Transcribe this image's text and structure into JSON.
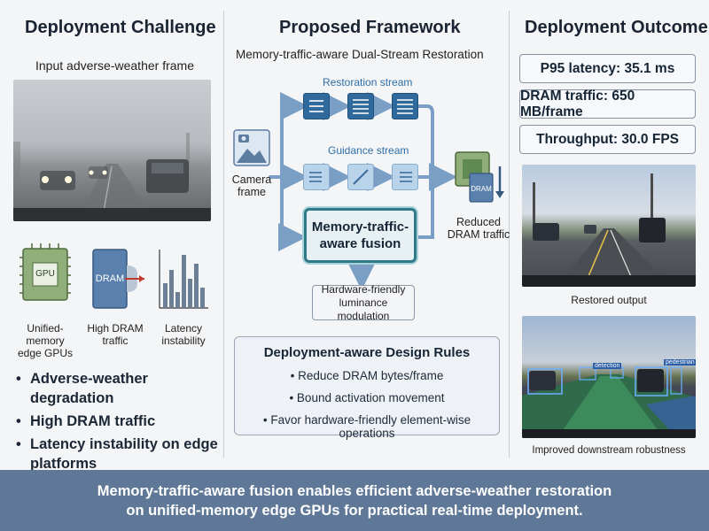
{
  "columns": {
    "left_title": "Deployment Challenge",
    "middle_title": "Proposed Framework",
    "right_title": "Deployment Outcome"
  },
  "left": {
    "input_caption": "Input adverse-weather frame",
    "icons": [
      {
        "chip_text": "GPU",
        "label_line1": "Unified-memory",
        "label_line2": "edge GPUs",
        "icon": "gpu-chip-icon"
      },
      {
        "chip_text": "DRAM",
        "label_line1": "High DRAM",
        "label_line2": "traffic",
        "icon": "dram-icon"
      },
      {
        "label_line1": "Latency",
        "label_line2": "instability",
        "icon": "latency-bar-icon"
      }
    ],
    "bullets": [
      "Adverse-weather degradation",
      "High DRAM traffic",
      "Latency instability on edge platforms"
    ]
  },
  "middle": {
    "subtitle": "Memory-traffic-aware Dual-Stream Restoration",
    "restoration_label": "Restoration stream",
    "guidance_label": "Guidance stream",
    "camera_label_line1": "Camera",
    "camera_label_line2": "frame",
    "reduced_label_line1": "Reduced",
    "reduced_label_line2": "DRAM traffic",
    "reduced_chip_text": "DRAM",
    "fusion_line1": "Memory-traffic-",
    "fusion_line2": "aware fusion",
    "hw_line1": "Hardware-friendly",
    "hw_line2": "luminance modulation",
    "rules_title": "Deployment-aware Design Rules",
    "rules": [
      "• Reduce DRAM bytes/frame",
      "• Bound activation movement",
      "• Favor hardware-friendly element-wise operations"
    ]
  },
  "right": {
    "metrics": [
      "P95 latency: 35.1 ms",
      "DRAM traffic: 650 MB/frame",
      "Throughput: 30.0 FPS"
    ],
    "restored_caption": "Restored output",
    "downstream_caption": "Improved downstream robustness",
    "detection_labels": [
      "detection",
      "pedestrian"
    ]
  },
  "footer": {
    "line1": "Memory-traffic-aware fusion enables efficient adverse-weather restoration",
    "line2": "on unified-memory edge GPUs for practical real-time deployment."
  },
  "colors": {
    "accent_blue": "#30699c",
    "accent_light": "#b9d3ea",
    "fusion_teal": "#2f7a86",
    "footer_bg": "#5f7897",
    "arrow": "#7a9ec4"
  }
}
